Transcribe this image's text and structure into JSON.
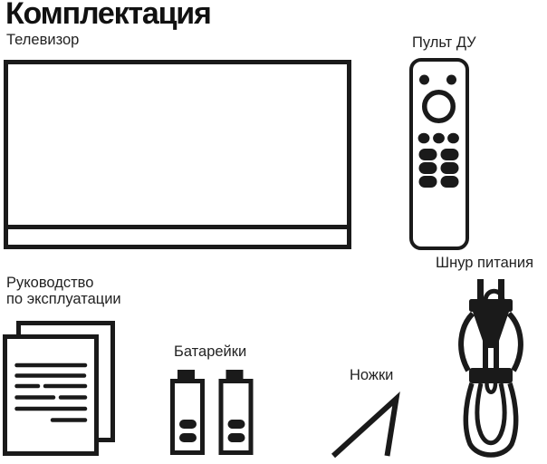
{
  "page": {
    "title": "Комплектация",
    "ink_color": "#1a1a1a",
    "background_color": "#ffffff",
    "title_color": "#111111",
    "label_color": "#222222"
  },
  "items": {
    "tv": {
      "label": "Телевизор"
    },
    "remote": {
      "label": "Пульт ДУ"
    },
    "power_cord": {
      "label": "Шнур питания"
    },
    "manual": {
      "label_line1": "Руководство",
      "label_line2": "по эксплуатации"
    },
    "batteries": {
      "label": "Батарейки"
    },
    "legs": {
      "label": "Ножки"
    }
  }
}
